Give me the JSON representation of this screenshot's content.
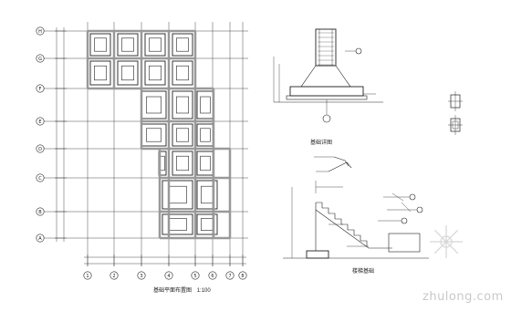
{
  "drawing": {
    "grid_rows": [
      "H",
      "G",
      "F",
      "E",
      "D",
      "C",
      "B",
      "A"
    ],
    "grid_cols": [
      "1",
      "2",
      "3",
      "4",
      "5",
      "6",
      "7",
      "8"
    ],
    "plan_title": "基础平面布置图",
    "plan_scale": "1:100",
    "section_title": "基础详图",
    "stair_title": "楼梯基础",
    "watermark": "zhulong.com"
  }
}
